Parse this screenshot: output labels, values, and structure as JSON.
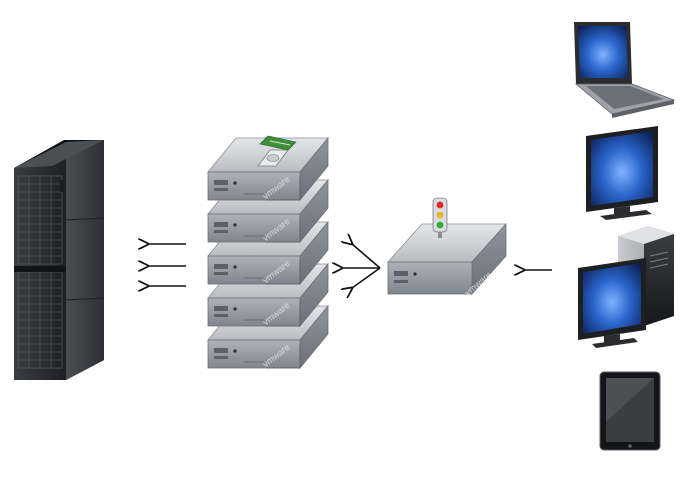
{
  "diagram": {
    "storage": {
      "icon": "server-rack-icon"
    },
    "esx_hosts": {
      "icon": "server-box-icon",
      "brand_label": "vmware",
      "count": 5
    },
    "connection_broker": {
      "icon": "traffic-light-icon",
      "brand_label": "vmware"
    },
    "clients": [
      {
        "icon": "laptop-icon"
      },
      {
        "icon": "monitor-icon"
      },
      {
        "icon": "desktop-tower-icon"
      },
      {
        "icon": "tablet-icon"
      }
    ],
    "arrows": {
      "storage_link": {
        "icon": "arrow-left-icon",
        "count": 3
      },
      "broker_link": {
        "icon": "arrow-fan-icon"
      },
      "client_link": {
        "icon": "arrow-left-icon"
      }
    },
    "colors": {
      "rack_dark": "#2a2c30",
      "server_top": "#c9ccd0",
      "server_front": "#9aa0a8",
      "screen_blue": "#1f5fc4",
      "arrow": "#111111"
    }
  }
}
